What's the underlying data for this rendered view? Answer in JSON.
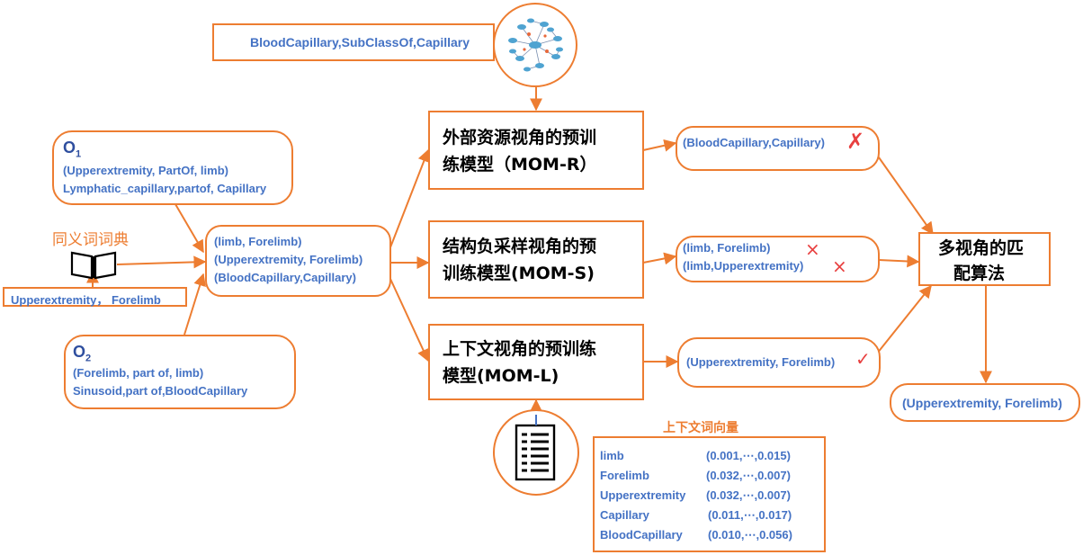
{
  "top": {
    "triple": "BloodCapillary,SubClassOf,Capillary"
  },
  "o1": {
    "title": "O",
    "sub": "1",
    "lines": [
      "(Upperextremity, PartOf, limb)",
      "Lymphatic_capillary,partof, Capillary"
    ]
  },
  "o2": {
    "title": "O",
    "sub": "2",
    "lines": [
      "(Forelimb, part of, limb)",
      "Sinusoid,part of,BloodCapillary"
    ]
  },
  "dictionary": {
    "label": "同义词词典",
    "entry": "Upperextremity， Forelimb"
  },
  "candidates": [
    "(limb, Forelimb)",
    "(Upperextremity, Forelimb)",
    "(BloodCapillary,Capillary)"
  ],
  "models": {
    "r": [
      "外部资源视角的预训",
      "练模型（MOM-R）"
    ],
    "s": [
      "结构负采样视角的预",
      "训练模型(MOM-S)"
    ],
    "l": [
      "上下文视角的预训练",
      "模型(MOM-L)"
    ]
  },
  "results": {
    "r": {
      "text": "(BloodCapillary,Capillary)",
      "mark": "✗"
    },
    "s": {
      "lines": [
        "(limb, Forelimb)",
        "(limb,Upperextremity)"
      ],
      "marks": [
        "×",
        "×"
      ]
    },
    "l": {
      "text": "(Upperextremity, Forelimb)",
      "mark": "✓"
    }
  },
  "matching": [
    "多视角的匹",
    "配算法"
  ],
  "final": "(Upperextremity, Forelimb)",
  "vectors": {
    "title": "上下文词向量",
    "rows": [
      {
        "term": "limb",
        "vec": "(0.001,⋯,0.015)"
      },
      {
        "term": "Forelimb",
        "vec": "(0.032,⋯,0.007)"
      },
      {
        "term": "Upperextremity",
        "vec": "(0.032,⋯,0.007)"
      },
      {
        "term": "Capillary",
        "vec": "(0.011,⋯,0.017)"
      },
      {
        "term": "BloodCapillary",
        "vec": "(0.010,⋯,0.056)"
      }
    ]
  },
  "icons": [
    "knowledge-graph-icon",
    "book-icon",
    "document-icon"
  ],
  "colors": {
    "accent": "#ED7D31",
    "text": "#4472C4",
    "mark": "#E84040"
  }
}
